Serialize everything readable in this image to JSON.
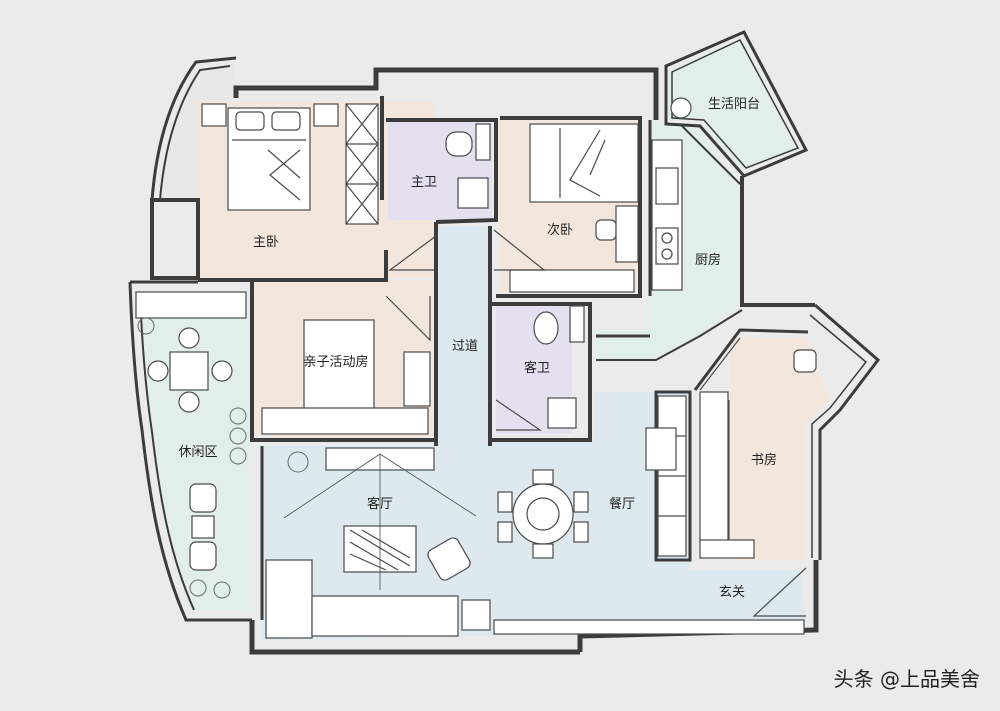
{
  "rooms": {
    "master_bedroom": "主卧",
    "master_bath": "主卫",
    "second_bedroom": "次卧",
    "utility_balcony": "生活阳台",
    "kitchen": "厨房",
    "family_room": "亲子活动房",
    "hallway": "过道",
    "guest_bath": "客卫",
    "leisure_area": "休闲区",
    "living_room": "客厅",
    "dining_room": "餐厅",
    "study": "书房",
    "entrance": "玄关"
  },
  "watermark": "头条 @上品美舍",
  "colors": {
    "background": "#ebebeb",
    "wall": "#3c3c3c",
    "bedroom_floor": "#f3e6dc",
    "wet_area_floor": "#e4e0f0",
    "public_floor": "#dde9ef",
    "kitchen_floor": "#e2eeea"
  }
}
